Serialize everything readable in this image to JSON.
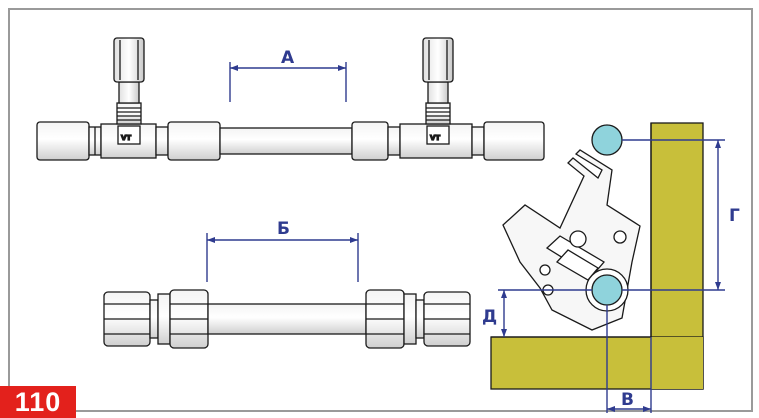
{
  "figure_number": "110",
  "dimension_labels": {
    "a": "А",
    "b": "Б",
    "v": "В",
    "g": "Г",
    "d": "Д"
  },
  "fitting_marking": "VT",
  "colors": {
    "dimension_lines": "#2f3b8f",
    "wall_fill": "#c8bf3a",
    "pipe_section_fill": "#8fd3dc",
    "badge_background": "#e3211c",
    "frame_border": "#9a9a9a"
  }
}
